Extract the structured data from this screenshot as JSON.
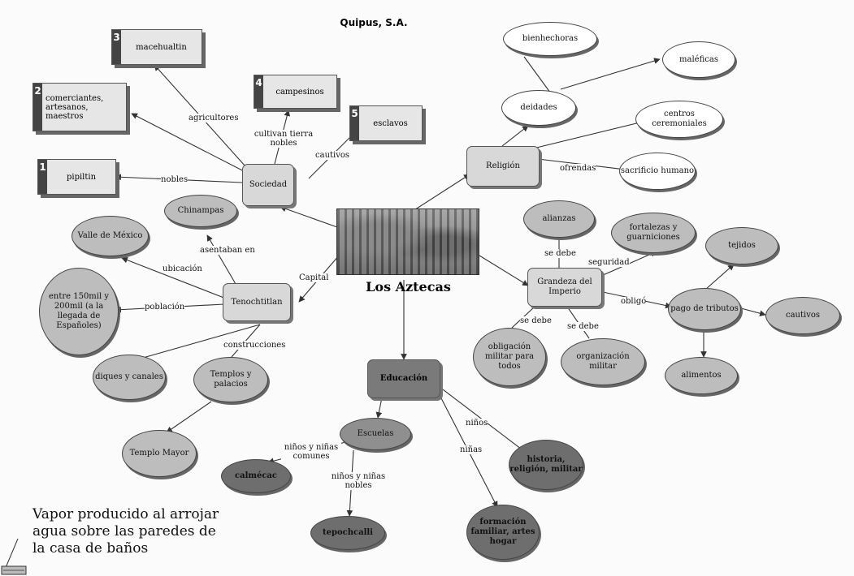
{
  "title": "Quipus, S.A.",
  "center": {
    "title": "Los Aztecas"
  },
  "nodes": {
    "sociedad": "Sociedad",
    "macehualtin": "macehualtin",
    "comerciantes": "comerciantes, artesanos, maestros",
    "campesinos": "campesinos",
    "esclavos": "esclavos",
    "pipiltin": "pipiltin",
    "religion": "Religión",
    "bienhechoras": "bienhechoras",
    "malefica": "maléficas",
    "deidades": "deidades",
    "centros": "centros ceremoniales",
    "sacrificio": "sacrificio humano",
    "tenochtitlan": "Tenochtitlan",
    "valle": "Valle de México",
    "chinampas": "Chinampas",
    "poblacion_val": "entre 150mil y 200mil (a la llegada de Españoles)",
    "diques": "diques y canales",
    "templos": "Templos y palacios",
    "templo_mayor": "Templo Mayor",
    "grandeza": "Grandeza del Imperio",
    "alianzas": "alianzas",
    "fortalezas": "fortalezas y guarniciones",
    "obligacion": "obligación militar para todos",
    "organizacion": "organización militar",
    "pago": "pago de tributos",
    "tejidos": "tejidos",
    "cautivos": "cautivos",
    "alimentos": "alimentos",
    "educacion": "Educación",
    "escuelas": "Escuelas",
    "calmecac": "calmécac",
    "tepochcalli": "tepochcalli",
    "historia": "historia, religión, militar",
    "formacion": "formación familiar, artes hogar"
  },
  "num_tags": {
    "macehualtin": "3",
    "comerciantes": "2",
    "campesinos": "4",
    "esclavos": "5",
    "pipiltin": "1"
  },
  "links": {
    "agricultores": "agricultores",
    "cultivan": "cultivan tierra nobles",
    "cautivos_link": "cautivos",
    "nobles": "nobles",
    "ofrendas": "ofrendas",
    "capital": "Capital",
    "asentaban": "asentaban en",
    "ubicacion": "ubicación",
    "poblacion": "población",
    "construcciones": "construcciones",
    "se_debe_1": "se debe",
    "seguridad": "seguridad",
    "obliga": "obligó",
    "se_debe_2": "se debe",
    "se_debe_3": "se debe",
    "ninos_ninas_comunes": "niños y niñas comunes",
    "ninos_ninas_nobles": "niños y niñas nobles",
    "ninos": "niños",
    "ninas": "niñas"
  },
  "caption": {
    "line1": "Vapor producido al arrojar",
    "line2": "agua sobre las paredes de",
    "line3": "la casa de baños"
  },
  "colors": {
    "line": "#333333",
    "node_fill": "#d8d8d8",
    "dark_fill": "#6e6e6e"
  }
}
